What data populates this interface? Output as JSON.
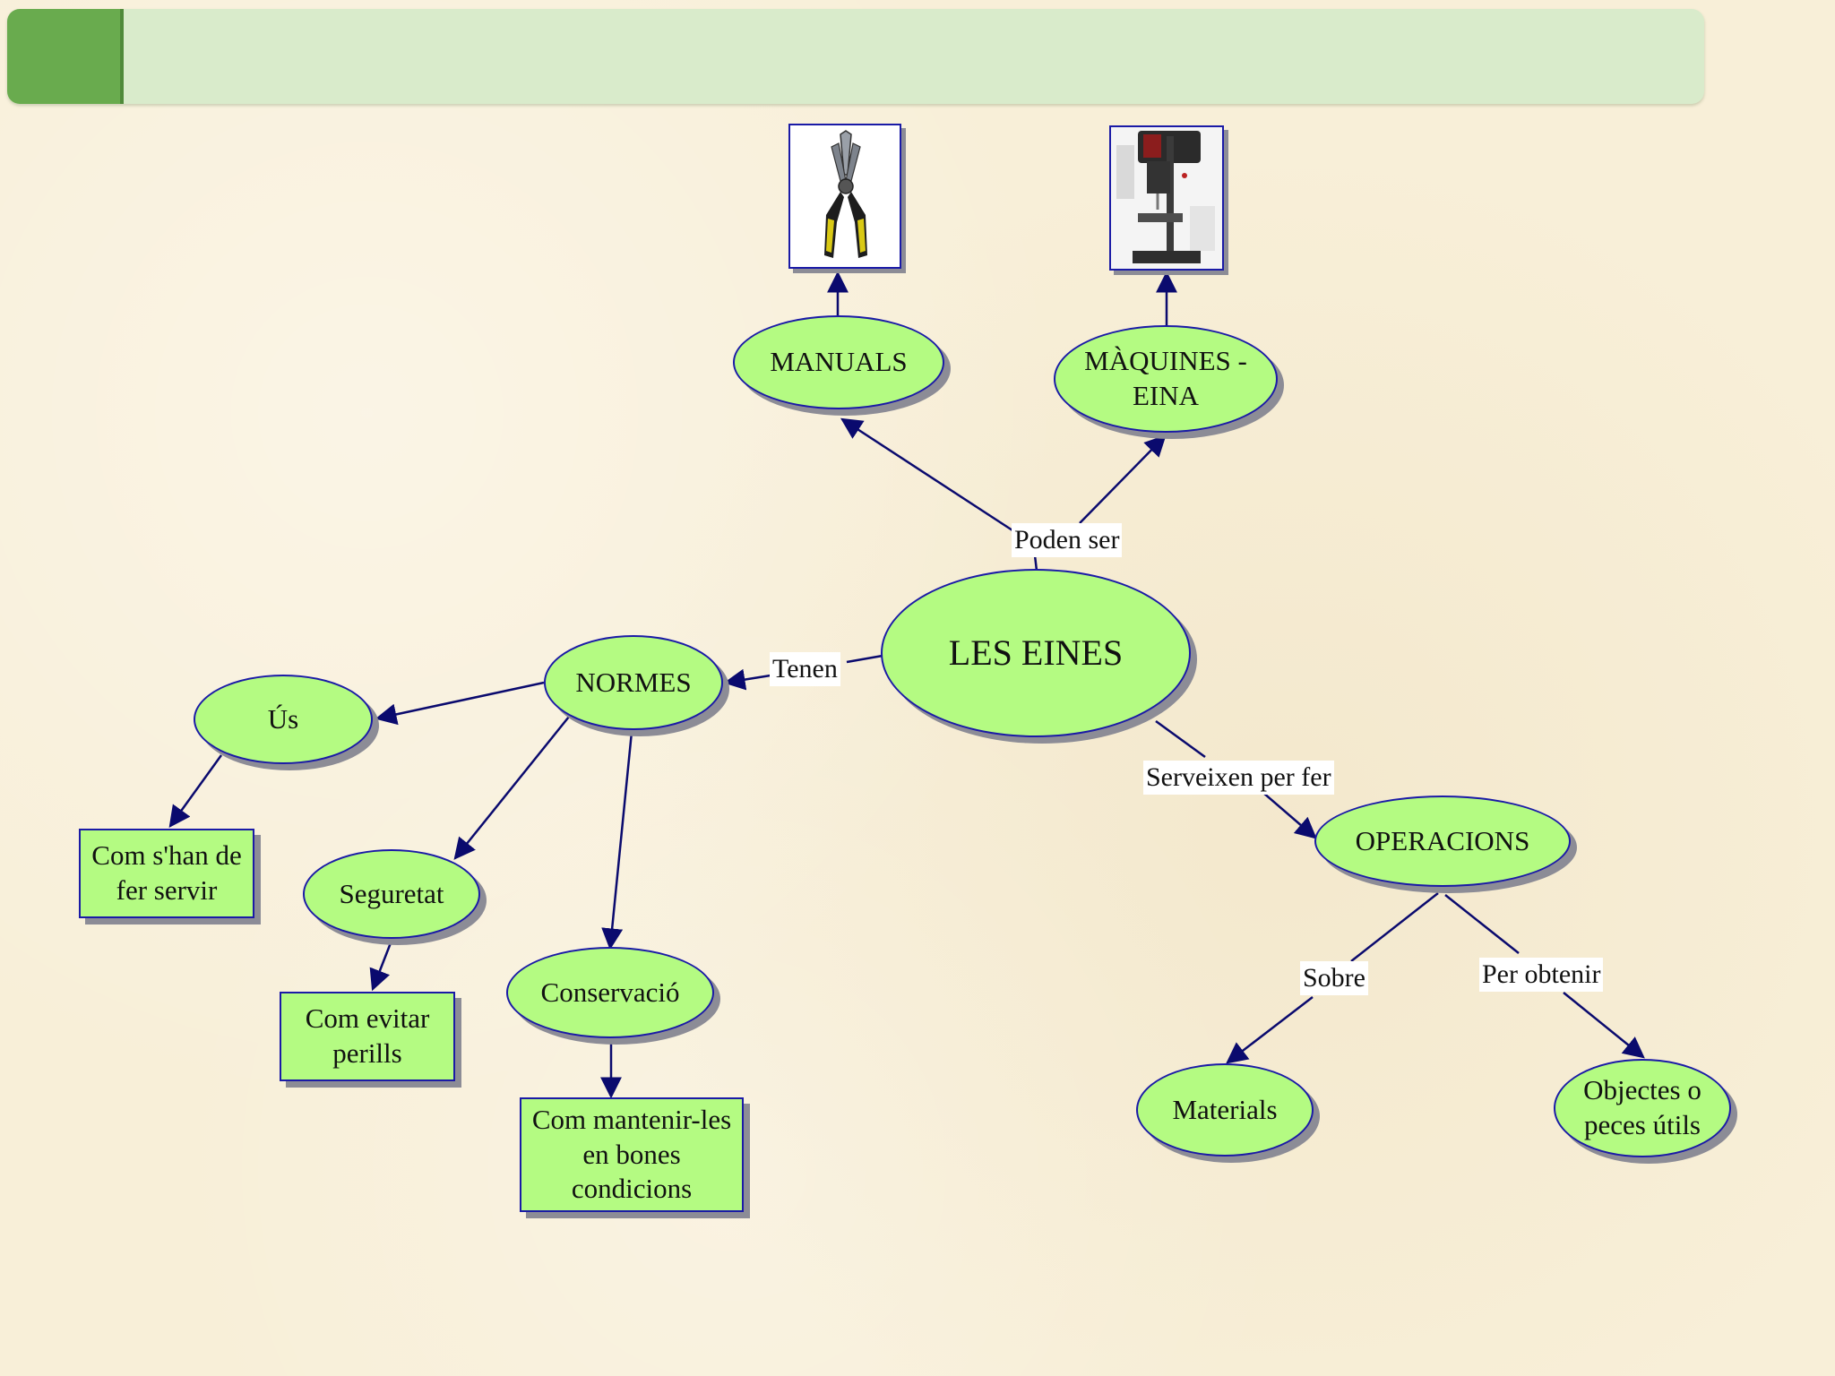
{
  "header": {
    "title": ""
  },
  "concept_map": {
    "center": "LES EINES",
    "links": {
      "poden_ser": "Poden ser",
      "tenen": "Tenen",
      "serveixen": "Serveixen per fer",
      "sobre": "Sobre",
      "per_obtenir": "Per obtenir"
    },
    "nodes": {
      "manuals": "MANUALS",
      "maquines_1": "MÀQUINES -",
      "maquines_2": "EINA",
      "normes": "NORMES",
      "us": "Ús",
      "seguretat": "Seguretat",
      "conservacio": "Conservació",
      "operacions": "OPERACIONS",
      "materials": "Materials",
      "objectes_1": "Objectes o",
      "objectes_2": "peces útils"
    },
    "boxes": {
      "us_1": "Com s'han de",
      "us_2": "fer servir",
      "seg_1": "Com evitar",
      "seg_2": "perills",
      "cons_1": "Com mantenir-les",
      "cons_2": "en bones",
      "cons_3": "condicions"
    },
    "images": [
      "pliers-icon",
      "drill-press-icon"
    ]
  },
  "colors": {
    "node_fill": "#b4fb82",
    "node_border": "#1a1aa6",
    "line": "#0a0a6e",
    "header_bar": "#d9ebcb",
    "header_accent": "#69ab4e",
    "background": "#f8efd8"
  }
}
